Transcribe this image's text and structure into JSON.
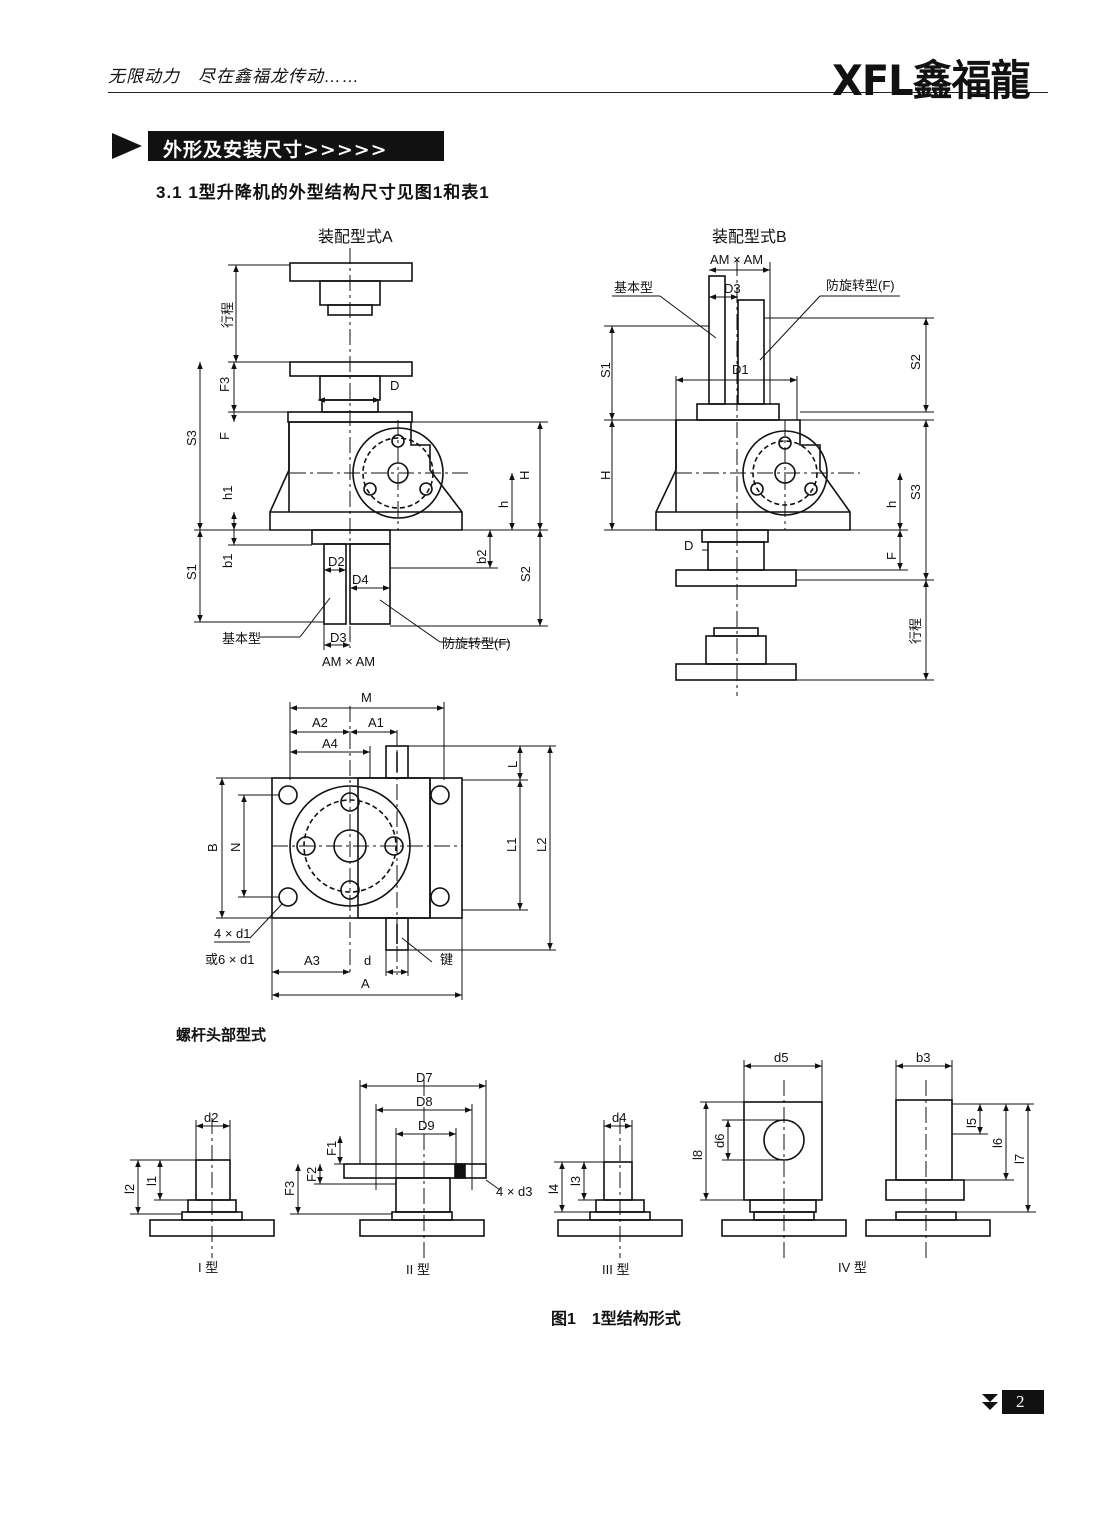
{
  "header": {
    "slogan": "无限动力　尽在鑫福龙传动……",
    "brand": "XFL鑫福龍"
  },
  "section": {
    "banner": "外形及安装尺寸>>>>>",
    "subheading": "3.1  1型升降机的外型结构尺寸见图1和表1"
  },
  "figure": {
    "assembly_a": {
      "title": "装配型式A",
      "labels": {
        "stroke": "行程",
        "F3": "F3",
        "F": "F",
        "S3": "S3",
        "D": "D",
        "H": "H",
        "h1": "h1",
        "h": "h",
        "b1": "b1",
        "b2": "b2",
        "S1": "S1",
        "S2": "S2",
        "D2": "D2",
        "D4": "D4",
        "D3": "D3",
        "basic": "基本型",
        "anti_rot": "防旋转型(F)",
        "AMxAM": "AM × AM"
      }
    },
    "assembly_b": {
      "title": "装配型式B",
      "labels": {
        "AMxAM": "AM × AM",
        "basic": "基本型",
        "D3": "D3",
        "anti_rot": "防旋转型(F)",
        "S1": "S1",
        "S2": "S2",
        "D1": "D1",
        "H": "H",
        "h": "h",
        "S3": "S3",
        "D": "D",
        "F": "F",
        "stroke": "行程"
      }
    },
    "plan": {
      "labels": {
        "M": "M",
        "A2": "A2",
        "A1": "A1",
        "A4": "A4",
        "L": "L",
        "L1": "L1",
        "L2": "L2",
        "B": "B",
        "N": "N",
        "holes_4": "4 × d1",
        "holes_6": "或6 × d1",
        "A3": "A3",
        "d": "d",
        "key": "键",
        "A": "A"
      }
    },
    "screw_heads": {
      "title": "螺杆头部型式",
      "type1": {
        "name": "I 型",
        "d2": "d2",
        "l2": "l2",
        "l1": "l1"
      },
      "type2": {
        "name": "II 型",
        "D7": "D7",
        "D8": "D8",
        "D9": "D9",
        "F1": "F1",
        "F2": "F2",
        "F3": "F3",
        "holes": "4 × d3"
      },
      "type3": {
        "name": "III 型",
        "d4": "d4",
        "l4": "l4",
        "l3": "l3"
      },
      "type4a": {
        "name": "IV 型",
        "d5": "d5",
        "d6": "d6",
        "l8": "l8"
      },
      "type4b": {
        "b3": "b3",
        "l5": "l5",
        "l6": "l6",
        "l7": "l7"
      }
    },
    "caption": "图1　1型结构形式"
  },
  "page": {
    "number": "2"
  }
}
